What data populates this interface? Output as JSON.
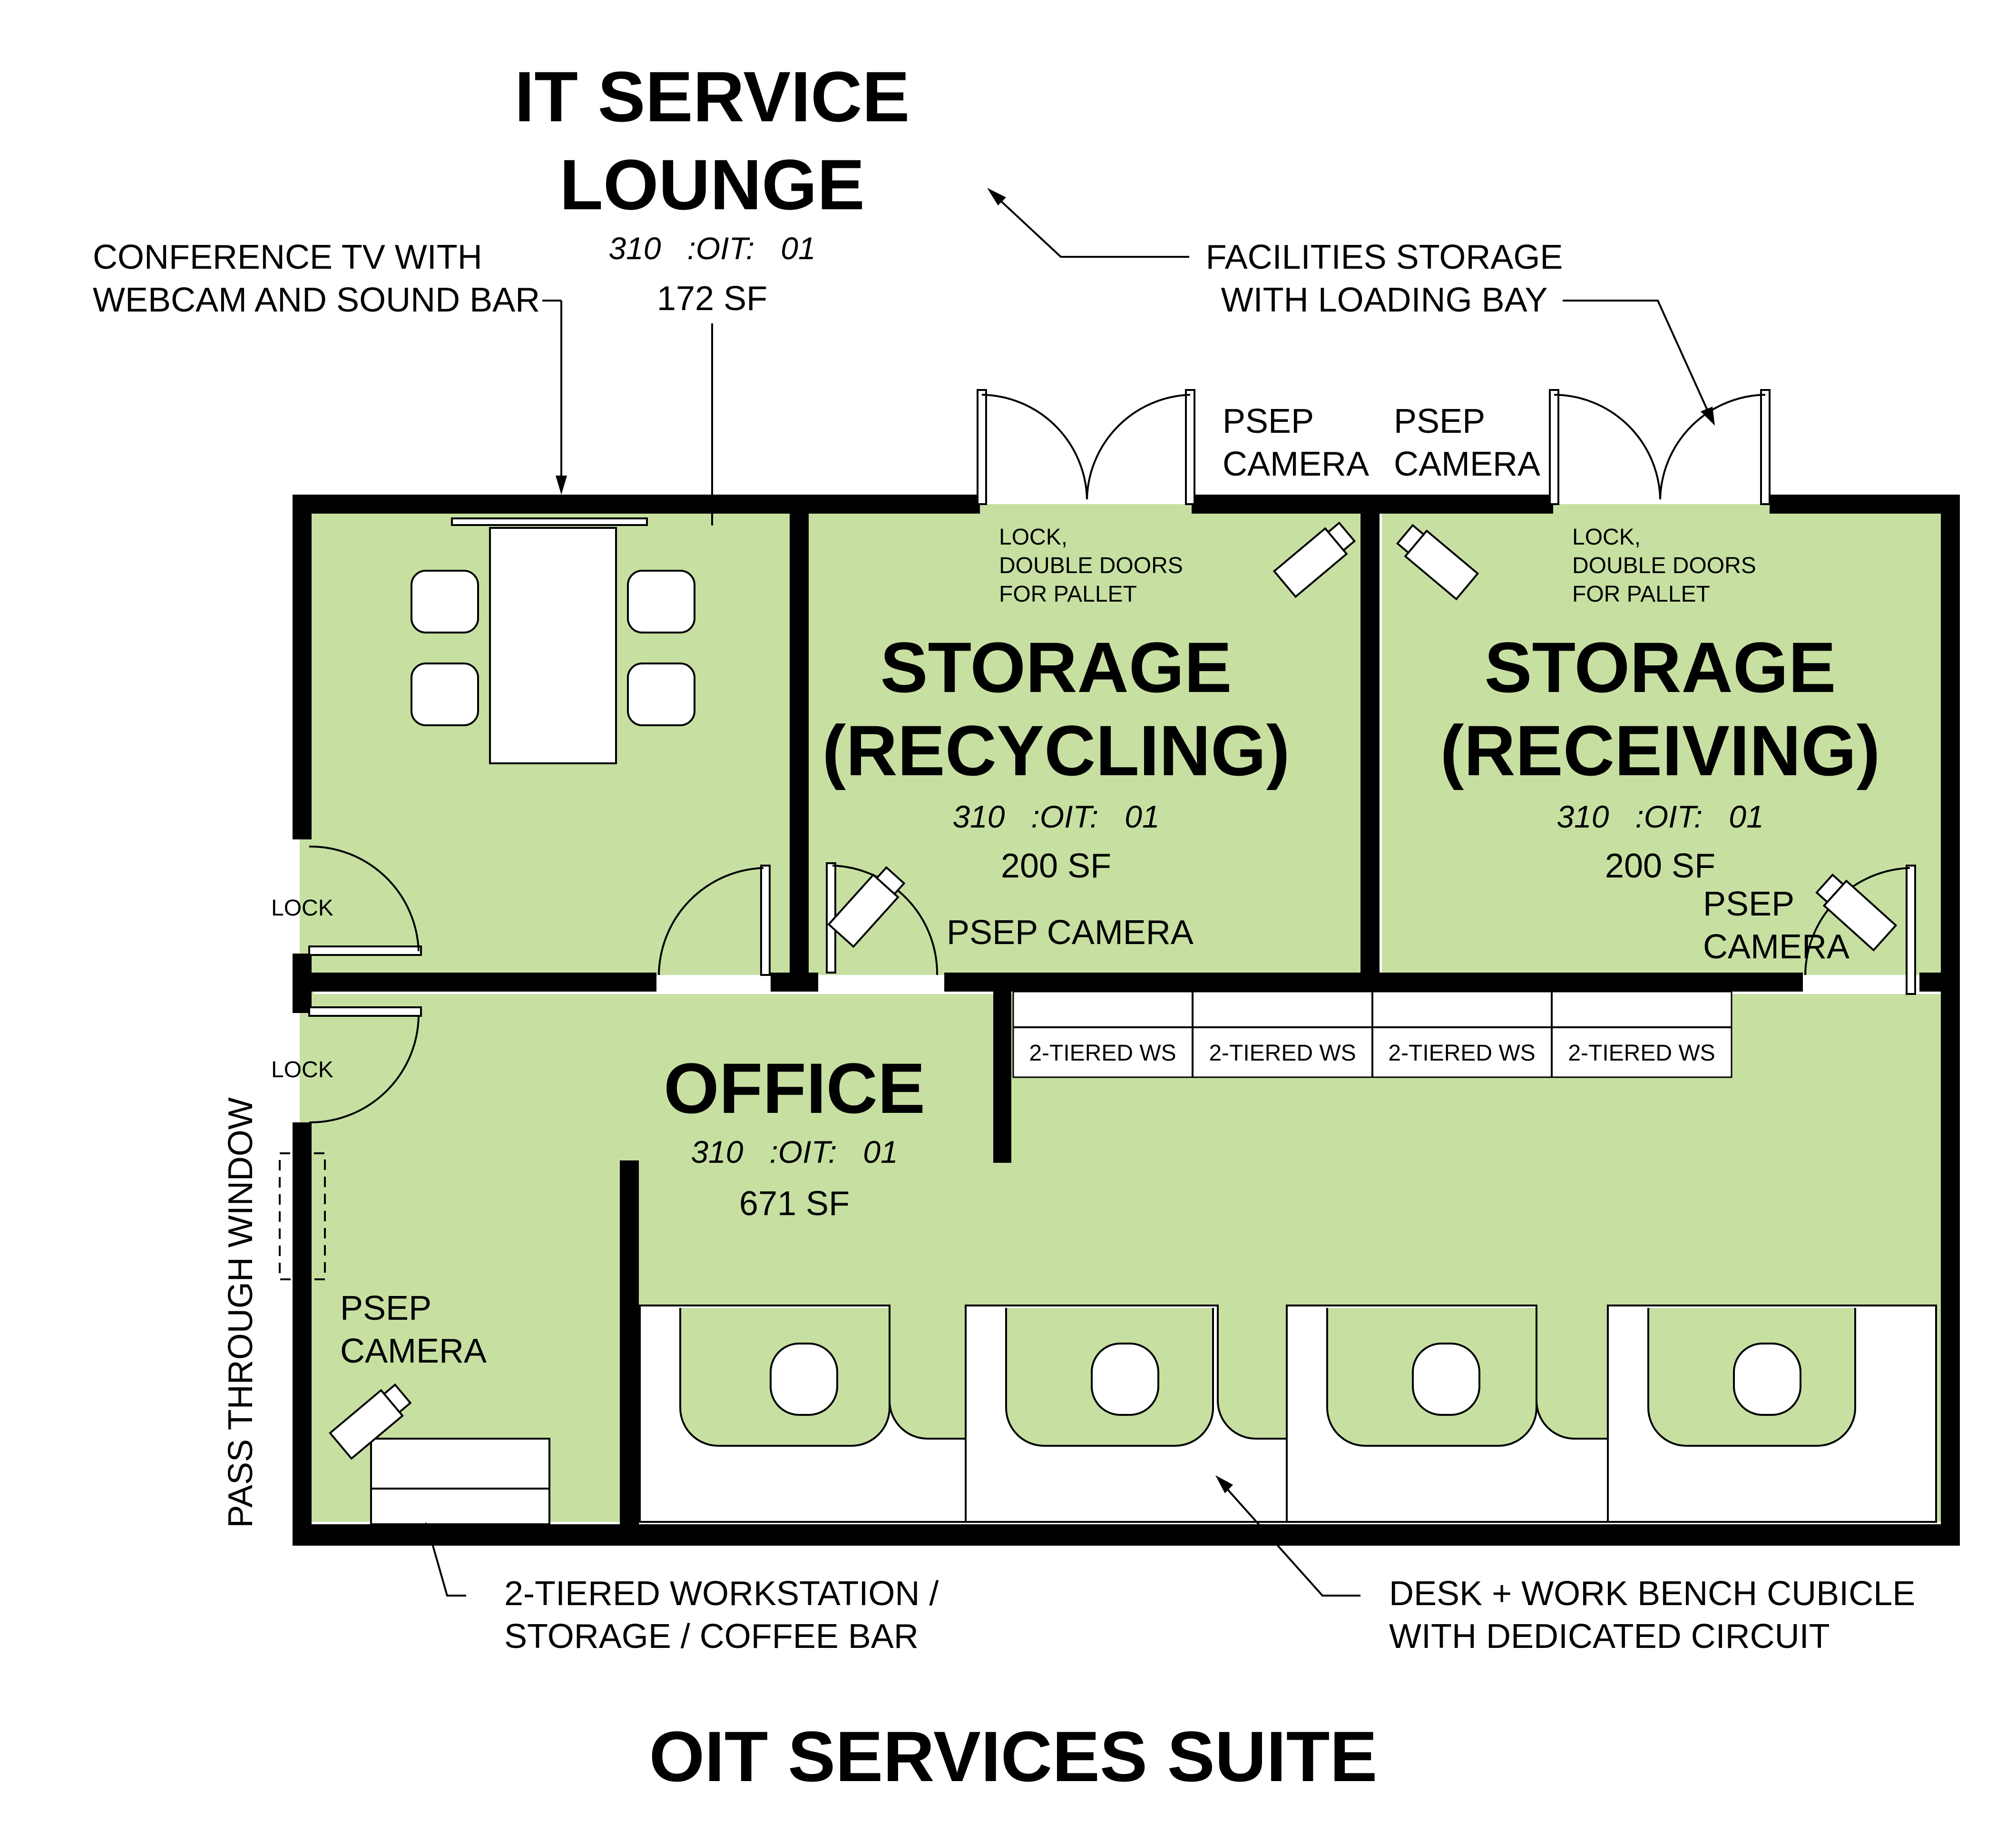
{
  "title": "OIT SERVICES SUITE",
  "rooms": {
    "lounge": {
      "name_line1": "IT SERVICE",
      "name_line2": "LOUNGE",
      "code": "310   :OIT:   01",
      "area": "172 SF"
    },
    "recycling": {
      "name_line1": "STORAGE",
      "name_line2": "(RECYCLING)",
      "code": "310   :OIT:   01",
      "area": "200 SF"
    },
    "receiving": {
      "name_line1": "STORAGE",
      "name_line2": "(RECEIVING)",
      "code": "310   :OIT:   01",
      "area": "200 SF"
    },
    "office": {
      "name_line1": "OFFICE",
      "code": "310   :OIT:   01",
      "area": "671 SF"
    }
  },
  "notes": {
    "conference_tv_1": "CONFERENCE TV WITH",
    "conference_tv_2": "WEBCAM AND SOUND BAR",
    "facilities_1": "FACILITIES STORAGE",
    "facilities_2": "WITH LOADING BAY",
    "workstation_1": "2-TIERED WORKSTATION /",
    "workstation_2": "STORAGE / COFFEE BAR",
    "desk_1": "DESK + WORK BENCH CUBICLE",
    "desk_2": "WITH DEDICATED CIRCUIT",
    "pass_window": "PASS THROUGH WINDOW",
    "lock_double_1": "LOCK,",
    "lock_double_2": "DOUBLE DOORS",
    "lock_double_3": "FOR PALLET",
    "lock": "LOCK",
    "psep": "PSEP",
    "camera": "CAMERA",
    "psep_camera": "PSEP CAMERA"
  },
  "workstations": [
    "2-TIERED WS",
    "2-TIERED WS",
    "2-TIERED WS",
    "2-TIERED WS"
  ],
  "colors": {
    "room_fill": "#c7e0a2",
    "wall": "#000000"
  }
}
